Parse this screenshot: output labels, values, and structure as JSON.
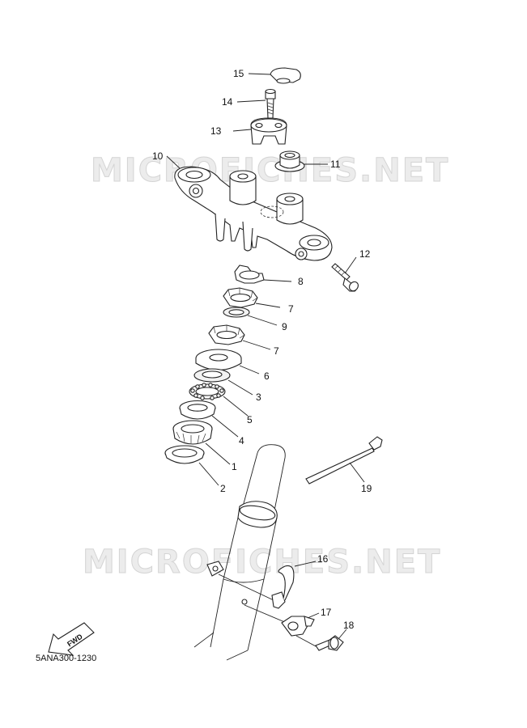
{
  "watermark": "MICROFICHES.NET",
  "diagram_code": "5ANA300-1230",
  "fwd_label": "FWD",
  "callouts": {
    "c1": "1",
    "c2": "2",
    "c3": "3",
    "c4": "4",
    "c5": "5",
    "c6": "6",
    "c7a": "7",
    "c7b": "7",
    "c8": "8",
    "c9": "9",
    "c10": "10",
    "c11": "11",
    "c12": "12",
    "c13": "13",
    "c14": "14",
    "c15": "15",
    "c16": "16",
    "c17": "17",
    "c18": "18",
    "c19": "19"
  }
}
